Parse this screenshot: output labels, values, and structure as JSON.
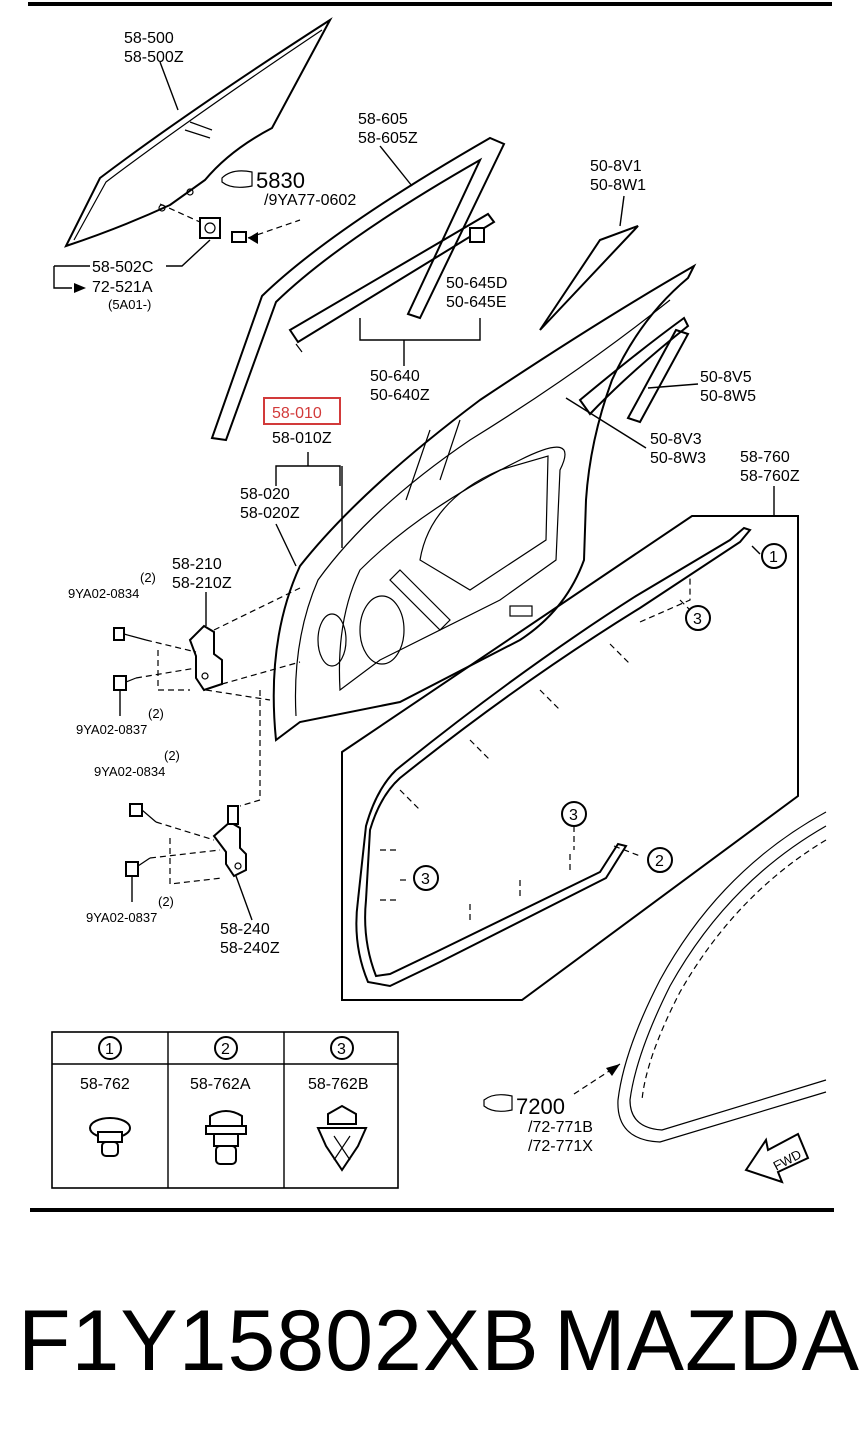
{
  "labels": {
    "glass": [
      "58-500",
      "58-500Z"
    ],
    "glass_ref": "5830",
    "glass_ref_sub": "/9YA77-0602",
    "guide_rear": [
      "58-605",
      "58-605Z"
    ],
    "vent_glass": [
      "50-8V1",
      "50-8W1"
    ],
    "bracket": [
      "58-502C",
      "72-521A",
      "(5A01-)"
    ],
    "channel_clip": [
      "50-645D",
      "50-645E"
    ],
    "belt_molding": [
      "50-640",
      "50-640Z"
    ],
    "door_panel_highlight": "58-010",
    "door_panel": "58-010Z",
    "seal_rear": [
      "50-8V5",
      "50-8W5"
    ],
    "door_shell": [
      "58-020",
      "58-020Z"
    ],
    "seal_mid": [
      "50-8V3",
      "50-8W3"
    ],
    "weatherstrip": [
      "58-760",
      "58-760Z"
    ],
    "hinge_upper": [
      "58-210",
      "58-210Z"
    ],
    "bolt_upper_a": "9YA02-0834",
    "bolt_upper_a_qty": "(2)",
    "bolt_upper_b": "9YA02-0837",
    "bolt_upper_b_qty": "(2)",
    "bolt_lower_a": "9YA02-0834",
    "bolt_lower_a_qty": "(2)",
    "bolt_lower_b": "9YA02-0837",
    "bolt_lower_b_qty": "(2)",
    "hinge_lower": [
      "58-240",
      "58-240Z"
    ],
    "body_ref": "7200",
    "body_ref_sub": [
      "/72-771B",
      "/72-771X"
    ],
    "fwd": "FWD"
  },
  "callouts": [
    "1",
    "2",
    "3"
  ],
  "clip_table": {
    "headers": [
      "1",
      "2",
      "3"
    ],
    "parts": [
      "58-762",
      "58-762A",
      "58-762B"
    ]
  },
  "footer": {
    "part_number": "F1Y15802XB",
    "brand": "MAZDA"
  },
  "colors": {
    "highlight": "#d23a3a",
    "line": "#000000"
  }
}
